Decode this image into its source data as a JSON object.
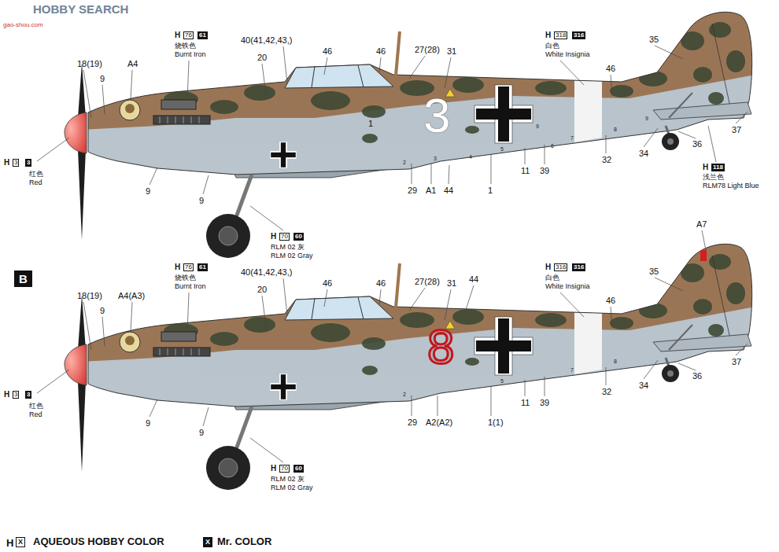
{
  "diagram": {
    "nodes": [
      {
        "text": [
          "B"
        ]
      }
    ],
    "labels": [
      "HOBBY SEARCH",
      "gao-shou.com",
      "H",
      "76",
      "61",
      "烧铁色",
      "Burnt Iron",
      "18(19)",
      "A4",
      "9",
      "40(41,42,43,)",
      "20",
      "46",
      "46",
      "27(28)",
      "31",
      "H",
      "318",
      "316",
      "白色",
      "White Insignia",
      "35",
      "46",
      "3",
      "1",
      "H",
      "3",
      "3",
      "红色",
      "Red",
      "9",
      "9",
      "29",
      "A1",
      "44",
      "1",
      "11",
      "39",
      "32",
      "34",
      "36",
      "37",
      "H",
      "118",
      "浅兰色",
      "RLM78 Light Blue",
      "H",
      "70",
      "60",
      "RLM 02 灰",
      "RLM 02 Gray",
      "2",
      "3",
      "4",
      "5",
      "6",
      "7",
      "8",
      "9",
      "9",
      "H",
      "76",
      "61",
      "烧铁色",
      "Burnt Iron",
      "18(19)",
      "A4(A3)",
      "9",
      "40(41,42,43,)",
      "20",
      "46",
      "46",
      "27(28)",
      "31",
      "44",
      "H",
      "316",
      "316",
      "白色",
      "White Insignia",
      "A7",
      "35",
      "46",
      "8",
      "H",
      "3",
      "3",
      "红色",
      "Red",
      "9",
      "9",
      "29",
      "A2(A2)",
      "1(1)",
      "11",
      "39",
      "32",
      "34",
      "36",
      "37",
      "H",
      "70",
      "60",
      "RLM 02 灰",
      "RLM 02 Gray",
      "2",
      "5",
      "7",
      "8",
      "H",
      "X",
      "X"
    ],
    "legend": [
      {
        "text": "AQUEOUS HOBBY COLOR"
      },
      {
        "text": "Mr. COLOR"
      }
    ]
  }
}
